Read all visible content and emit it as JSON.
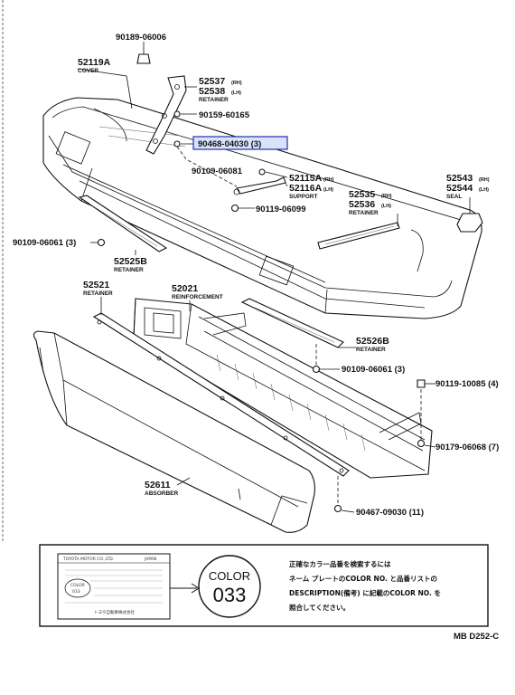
{
  "parts": {
    "p90189": "90189-06006",
    "p52119a": "52119A",
    "p52119a_name": "COVER",
    "p52537": "52537",
    "p52537_side": "(RH)",
    "p52538": "52538",
    "p52538_side": "(LH)",
    "p52537_name": "RETAINER",
    "p90159": "90159-60165",
    "p90468": "90468-04030 (3)",
    "p90109a": "90109-06081",
    "p52115a": "52115A",
    "p52115a_side": "(RH)",
    "p52116a": "52116A",
    "p52116a_side": "(LH)",
    "p52115a_name": "SUPPORT",
    "p90119a": "90119-06099",
    "p52535": "52535",
    "p52535_side": "(RH)",
    "p52536": "52536",
    "p52536_side": "(LH)",
    "p52535_name": "RETAINER",
    "p52543": "52543",
    "p52543_side": "(RH)",
    "p52544": "52544",
    "p52544_side": "(LH)",
    "p52543_name": "SEAL",
    "p90109b": "90109-06061 (3)",
    "p52525b": "52525B",
    "p52525b_name": "RETAINER",
    "p52521": "52521",
    "p52521_name": "RETAINER",
    "p52021": "52021",
    "p52021_name": "REINFORCEMENT",
    "p52526b": "52526B",
    "p52526b_name": "RETAINER",
    "p90109c": "90109-06061 (3)",
    "p90119b": "90119-10085 (4)",
    "p90179": "90179-06068 (7)",
    "p52611": "52611",
    "p52611_name": "ABSORBER",
    "p90467": "90467-09030 (11)"
  },
  "note": {
    "plate_line1": "TOYOTA MOTOR CO.,LTD.",
    "plate_line2": "JAPAN",
    "plate_color": "COLOR",
    "plate_code": "033",
    "plate_footer": "トヨタ自動車株式会社",
    "badge_word": "COLOR",
    "badge_code": "033",
    "jp_line1": "正確なカラー品番を検索するには",
    "jp_line2": "ネーム プレートのCOLOR NO. と品番リストの",
    "jp_line3": "DESCRIPTION(備考) に記載のCOLOR NO. を",
    "jp_line4": "照合してください。"
  },
  "footer": {
    "code": "MB D252-C"
  },
  "colors": {
    "ink": "#111111",
    "highlight_fill": "#d9e2fb",
    "highlight_border": "#2233aa"
  }
}
